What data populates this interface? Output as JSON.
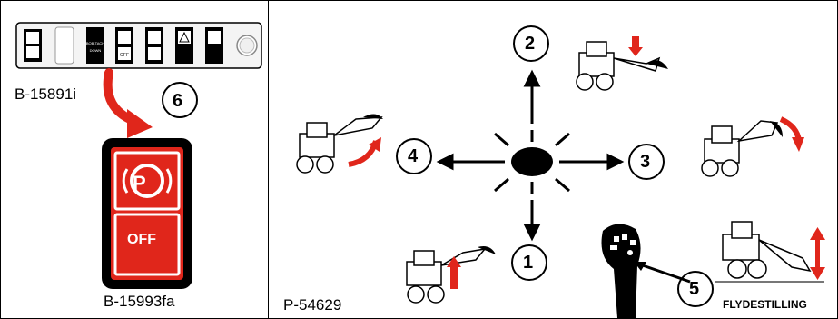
{
  "left_panel": {
    "switch_panel_code": "B-15891i",
    "callout_6": "6",
    "switch_large_code": "B-15993fa",
    "switch_large_off_text": "OFF",
    "switch_large_p_text": "P",
    "small_switch_texts": [
      "BOB-TACH",
      "OFF"
    ]
  },
  "right_panel": {
    "figure_code": "P-54629",
    "callouts": [
      "1",
      "2",
      "3",
      "4",
      "5"
    ],
    "caption_5": "FLYDESTILLING"
  },
  "colors": {
    "red": "#e0261b",
    "black": "#000000",
    "grey": "#bdbdbd"
  }
}
